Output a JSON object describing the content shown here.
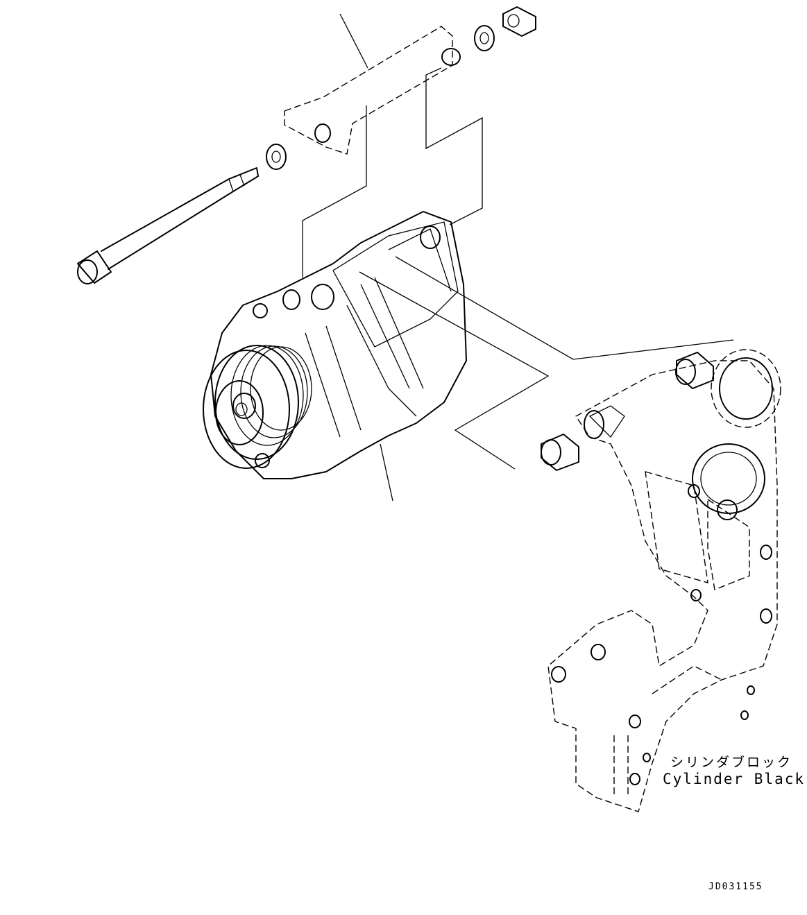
{
  "labels": {
    "cylinder_block_jp": "シリンダブロック",
    "cylinder_block_en": "Cylinder Black",
    "drawing_code": "JD031155"
  },
  "colors": {
    "line": "#000000",
    "background": "#ffffff"
  }
}
